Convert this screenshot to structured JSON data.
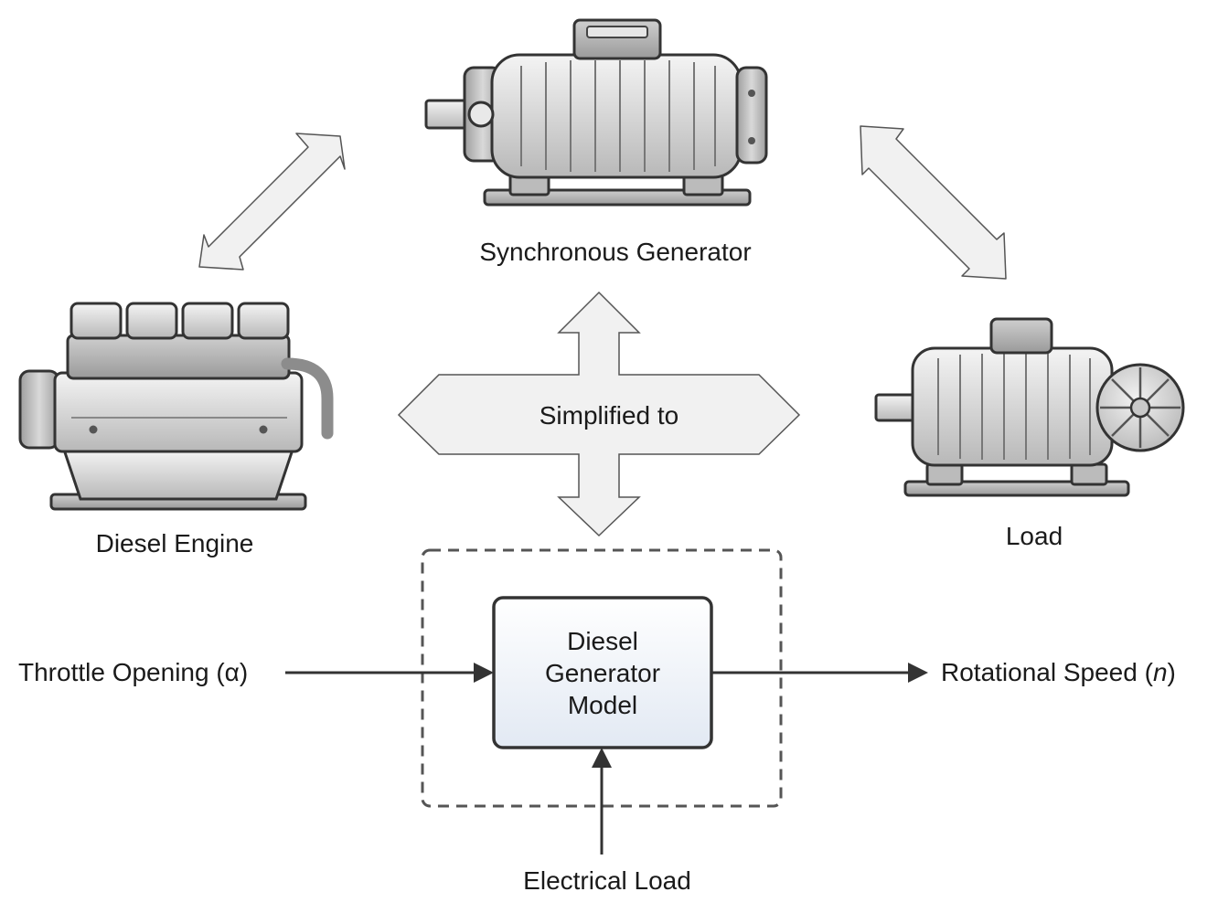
{
  "labels": {
    "synchronous_generator": "Synchronous Generator",
    "diesel_engine": "Diesel Engine",
    "load": "Load",
    "simplified_to": "Simplified to",
    "throttle_opening": "Throttle Opening (α)",
    "rotational_speed_prefix": "Rotational Speed (",
    "rotational_speed_var": "n",
    "rotational_speed_suffix": ")",
    "electrical_load": "Electrical Load"
  },
  "model_box": {
    "line1": "Diesel",
    "line2": "Generator",
    "line3": "Model"
  },
  "colors": {
    "stroke": "#333333",
    "arrow_fill": "#f1f1f1",
    "arrow_stroke": "#555555",
    "box_fill_top": "#ffffff",
    "box_fill_bottom": "#e2e9f3",
    "dash_stroke": "#555555"
  }
}
